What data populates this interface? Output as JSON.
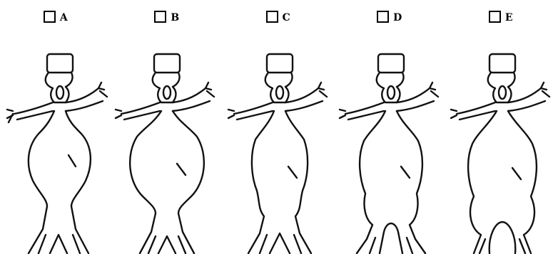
{
  "options": [
    {
      "label": "A"
    },
    {
      "label": "B"
    },
    {
      "label": "C"
    },
    {
      "label": "D"
    },
    {
      "label": "E"
    }
  ]
}
